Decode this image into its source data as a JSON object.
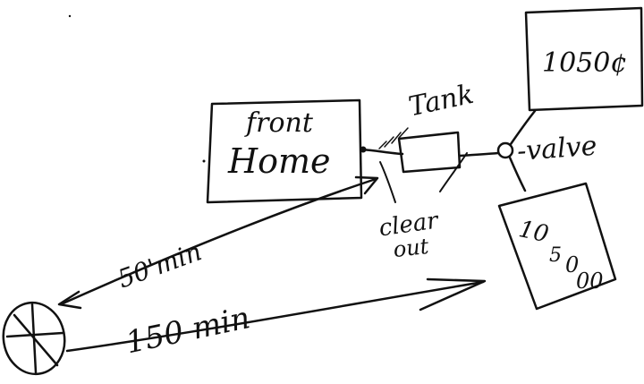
{
  "labels": {
    "front": "front",
    "home": "Home",
    "tank": "Tank",
    "clear": "clear",
    "out": "out",
    "valve": "-valve",
    "box_top": "1050¢",
    "box_bottom_1": "10",
    "box_bottom_2": "5",
    "box_bottom_3": "0",
    "box_bottom_4": "00",
    "dist_short": "50'min",
    "dist_long": "150 min"
  },
  "colors": {
    "ink": "#111111",
    "paper": "#ffffff"
  },
  "icons": {
    "well": "circle-cross-icon"
  }
}
